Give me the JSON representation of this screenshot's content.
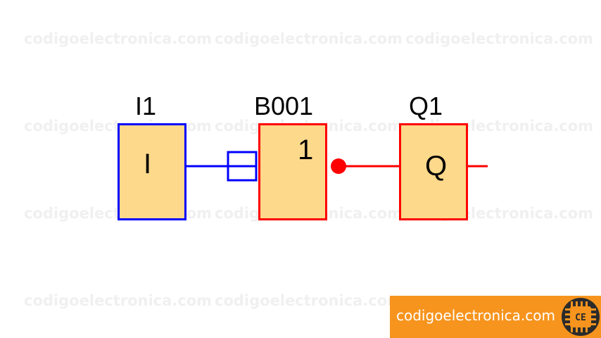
{
  "watermark": "codigoelectronica.com",
  "blocks": {
    "input": {
      "tag": "I1",
      "symbol": "I",
      "border": "#0000ff"
    },
    "logic": {
      "tag": "B001",
      "symbol": "1",
      "border": "#ff0000"
    },
    "output": {
      "tag": "Q1",
      "symbol": "Q",
      "border": "#ff0000"
    }
  },
  "colors": {
    "fill": "#fdd98b",
    "wire_input": "#0000ff",
    "wire_output": "#ff0000",
    "banner": "#f7941d"
  },
  "banner": {
    "text": "codigoelectronica.com",
    "logo_text": "CE"
  }
}
